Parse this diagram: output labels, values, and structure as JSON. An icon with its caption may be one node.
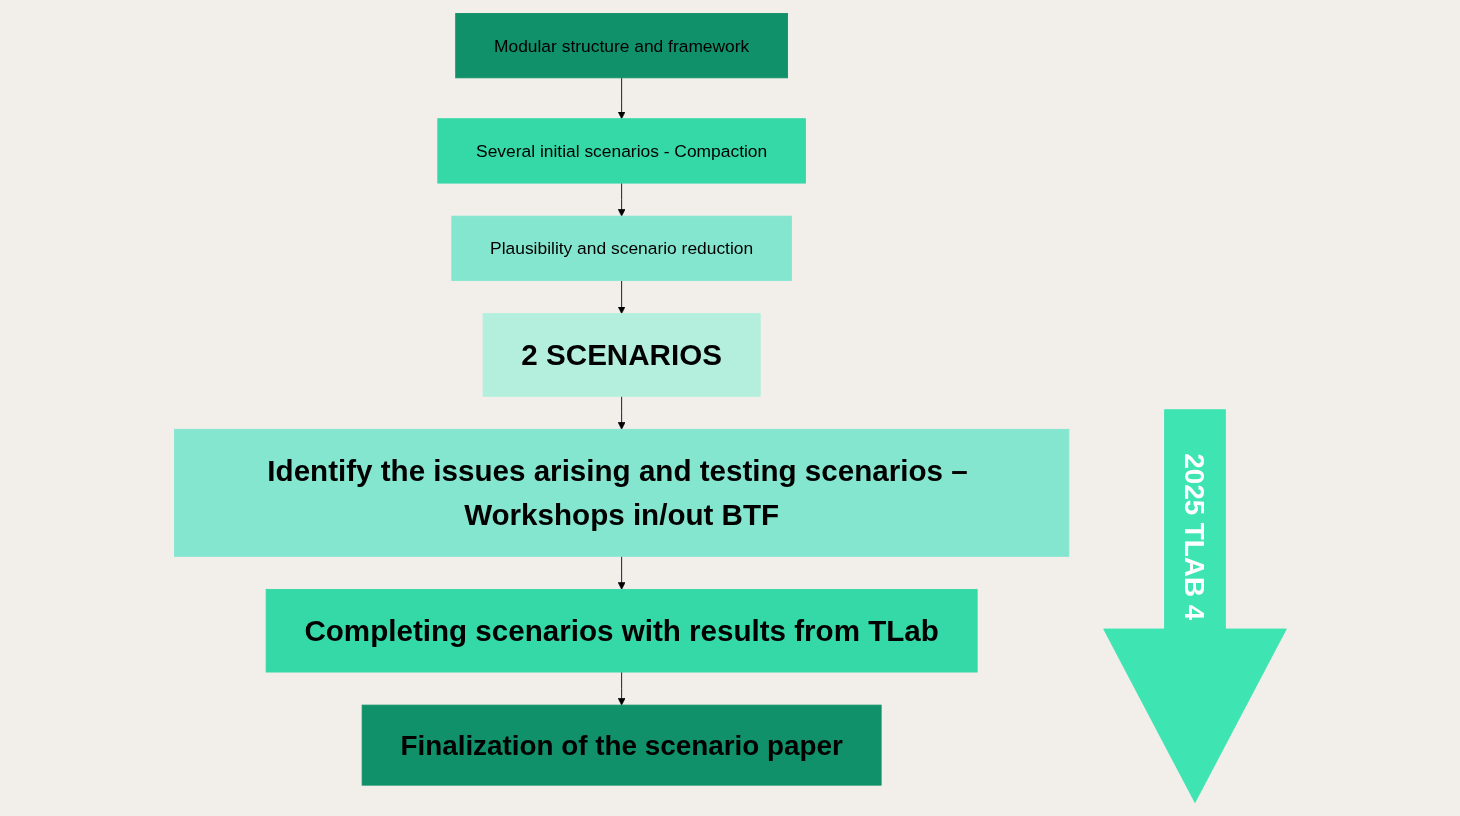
{
  "diagram": {
    "nodes": [
      {
        "text": [
          "Modular structure and framework"
        ]
      },
      {
        "text": [
          "Several initial scenarios - Compaction"
        ]
      },
      {
        "text": [
          "Plausibility and scenario reduction"
        ]
      },
      {
        "text": [
          "2 SCENARIOS"
        ]
      },
      {
        "text": [
          "Identify the issues arising and testing scenarios – Workshops in/out BTF"
        ]
      },
      {
        "text": [
          "Completing scenarios with results from TLab"
        ]
      },
      {
        "text": [
          "Finalization of the scenario paper"
        ]
      },
      {
        "text": [
          "2025 TLAB 4"
        ]
      }
    ],
    "edges": [
      {
        "from": 0,
        "to": 1,
        "arrow": "to"
      },
      {
        "from": 1,
        "to": 2,
        "arrow": "to"
      },
      {
        "from": 2,
        "to": 3,
        "arrow": "to"
      },
      {
        "from": 3,
        "to": 4,
        "arrow": "to"
      },
      {
        "from": 4,
        "to": 5,
        "arrow": "to"
      },
      {
        "from": 5,
        "to": 6,
        "arrow": "to"
      }
    ]
  }
}
